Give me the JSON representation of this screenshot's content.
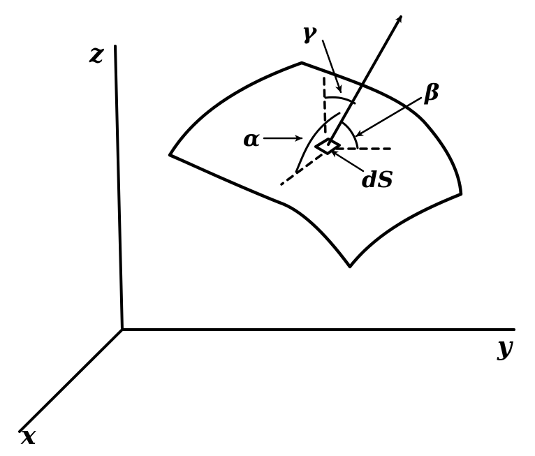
{
  "diagram": {
    "axes": {
      "x_label": "x",
      "y_label": "y",
      "z_label": "z"
    },
    "angles": {
      "alpha": "α",
      "beta": "β",
      "gamma": "γ"
    },
    "element_label": "dS",
    "stroke_color": "#000000",
    "background_color": "#ffffff"
  }
}
